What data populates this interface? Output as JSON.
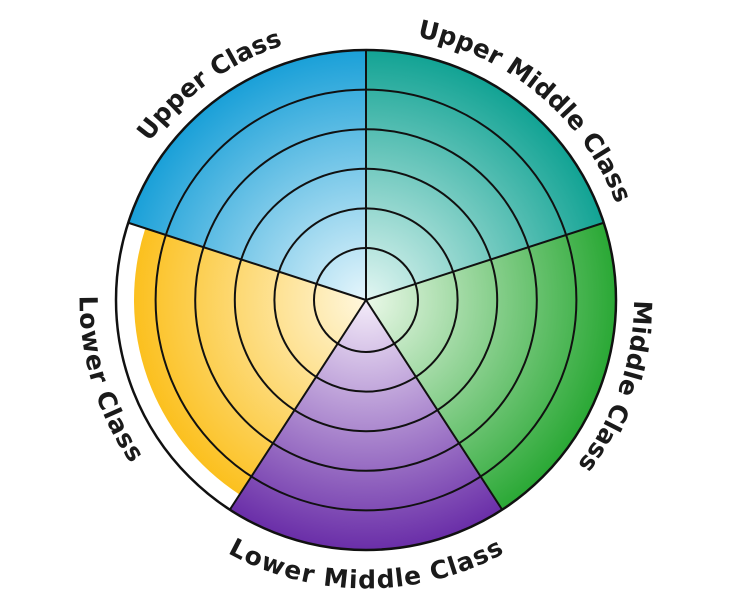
{
  "diagram": {
    "type": "segmented-radial-wheel",
    "ring_count": 5,
    "segments": [
      {
        "id": "upper-class",
        "label": "Upper Class",
        "color_outer": "#1aa0d8",
        "color_inner": "#e6f6fc"
      },
      {
        "id": "upper-middle-class",
        "label": "Upper Middle Class",
        "color_outer": "#12a394",
        "color_inner": "#e2f6f2"
      },
      {
        "id": "middle-class",
        "label": "Middle Class",
        "color_outer": "#2aa835",
        "color_inner": "#eaf8e8"
      },
      {
        "id": "lower-middle-class",
        "label": "Lower Middle Class",
        "color_outer": "#6a2ea8",
        "color_inner": "#f4ecf9"
      },
      {
        "id": "lower-class",
        "label": "Lower Class",
        "color_outer": "#fbbc10",
        "color_inner": "#fff7dd"
      }
    ],
    "outline_color": "#111111",
    "label_color": "#1a1a1a"
  }
}
